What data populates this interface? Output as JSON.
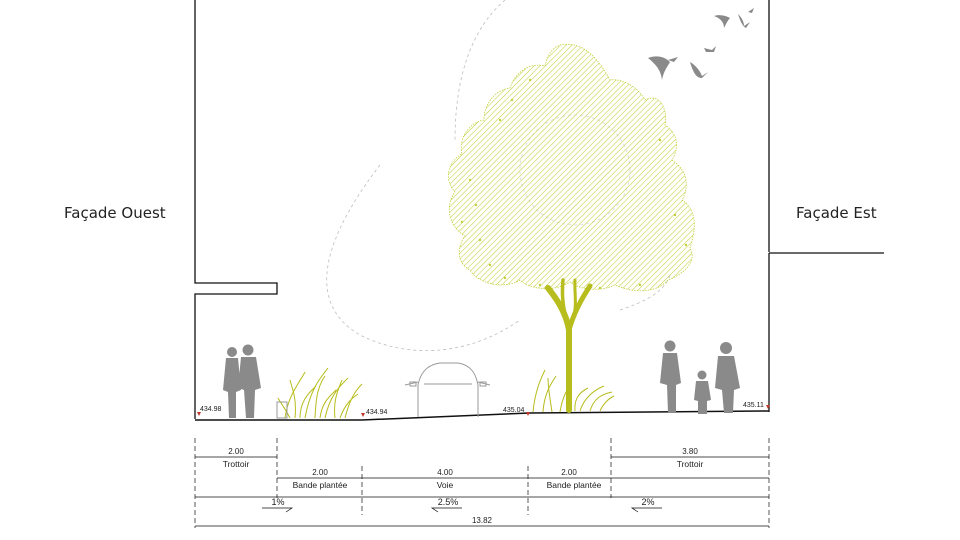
{
  "facades": {
    "west": "Façade Ouest",
    "east": "Façade Est"
  },
  "elevations": {
    "west_edge": "434.98",
    "west_bed": "434.94",
    "east_bed": "435.04",
    "east_edge": "435.11"
  },
  "dimensions": {
    "row1": [
      {
        "value": "2.00",
        "label": "Trottoir"
      },
      {
        "value": "3.80",
        "label": "Trottoir"
      }
    ],
    "row2": [
      {
        "value": "2.00",
        "label": "Bande plantée"
      },
      {
        "value": "4.00",
        "label": "Voie"
      },
      {
        "value": "2.00",
        "label": "Bande plantée"
      }
    ],
    "slopes": [
      "1%",
      "2.5%",
      "2%"
    ],
    "total": "13.82"
  },
  "colors": {
    "tree": "#c3cf3a",
    "trunk": "#b7bd1c",
    "people": "#8a8a8a",
    "birds": "#8a8a8a",
    "lines": "#111111"
  }
}
